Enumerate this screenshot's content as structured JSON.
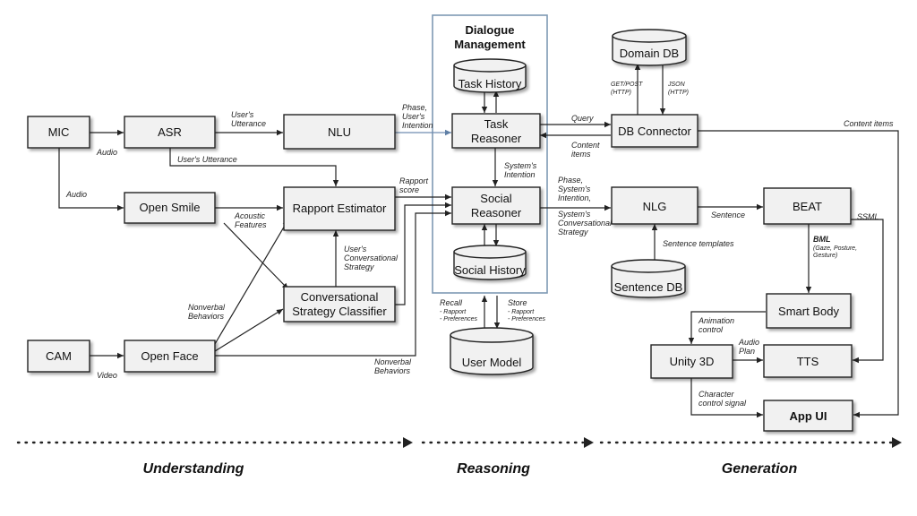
{
  "dialogue_management": {
    "line1": "Dialogue",
    "line2": "Management"
  },
  "boxes": {
    "mic": "MIC",
    "asr": "ASR",
    "nlu": "NLU",
    "open_smile": "Open Smile",
    "rapport_estimator": "Rapport Estimator",
    "css_line1": "Conversational",
    "css_line2": "Strategy Classifier",
    "cam": "CAM",
    "open_face": "Open Face",
    "task_reasoner_line1": "Task",
    "task_reasoner_line2": "Reasoner",
    "social_reasoner_line1": "Social",
    "social_reasoner_line2": "Reasoner",
    "db_connector": "DB Connector",
    "nlg": "NLG",
    "beat": "BEAT",
    "smart_body": "Smart Body",
    "unity_3d": "Unity 3D",
    "tts": "TTS",
    "app_ui": "App UI"
  },
  "databases": {
    "task_history": "Task History",
    "social_history": "Social History",
    "domain_db": "Domain DB",
    "sentence_db": "Sentence DB",
    "user_model": "User Model"
  },
  "labels": {
    "audio_1": "Audio",
    "users_utterance_1a": "User's",
    "users_utterance_1b": "Utterance",
    "users_utterance_2": "User's Utterance",
    "phase_users_intention_a": "Phase,",
    "phase_users_intention_b": "User's",
    "phase_users_intention_c": "Intention",
    "audio_2": "Audio",
    "acoustic_features_a": "Acoustic",
    "acoustic_features_b": "Features",
    "rapport_score_a": "Rapport",
    "rapport_score_b": "score",
    "users_conv_strategy_a": "User's",
    "users_conv_strategy_b": "Conversational",
    "users_conv_strategy_c": "Strategy",
    "nonverbal_behaviors_1a": "Nonverbal",
    "nonverbal_behaviors_1b": "Behaviors",
    "video": "Video",
    "nonverbal_behaviors_2a": "Nonverbal",
    "nonverbal_behaviors_2b": "Behaviors",
    "systems_intention_a": "System's",
    "systems_intention_b": "Intention",
    "query": "Query",
    "content_items_a": "Content",
    "content_items_b": "items",
    "content_items_right": "Content items",
    "get_post_a": "GET/POST",
    "get_post_b": "(HTTP)",
    "json_a": "JSON",
    "json_b": "(HTTP)",
    "phase_sys_a": "Phase,",
    "phase_sys_b": "System's",
    "phase_sys_c": "Intention,",
    "phase_sys_d": "System's",
    "phase_sys_e": "Conversational",
    "phase_sys_f": "Strategy",
    "sentence": "Sentence",
    "sentence_templates": "Sentence templates",
    "ssml": "SSML",
    "bml": "BML",
    "bml_sub_a": "(Gaze, Posture,",
    "bml_sub_b": "Gesture)",
    "animation_control_a": "Animation",
    "animation_control_b": "control",
    "audio_plan_a": "Audio",
    "audio_plan_b": "Plan",
    "character_control_a": "Character",
    "character_control_b": "control signal",
    "recall": "Recall",
    "recall_rapport": "- Rapport",
    "recall_preferences": "- Preferences",
    "store": "Store",
    "store_rapport": "- Rapport",
    "store_preferences": "- Preferences"
  },
  "stages": {
    "understanding": "Understanding",
    "reasoning": "Reasoning",
    "generation": "Generation"
  }
}
